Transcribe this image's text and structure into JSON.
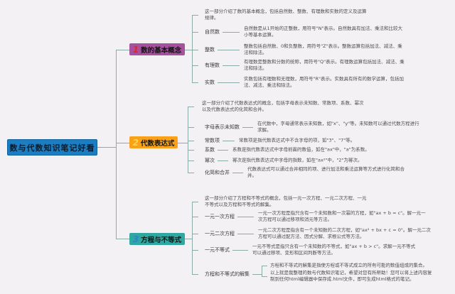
{
  "root": {
    "label": "数与代数知识笔记好看"
  },
  "colors": {
    "background": "#f3f1f4",
    "connector_line": "#8aaca4",
    "root_bg": "#1b7dc2",
    "branch1_bg": "#a6519e",
    "branch1_number": "#e4251f",
    "branch2_bg": "#f9a119",
    "branch2_number": "#ffd34a",
    "branch3_bg": "#30a7a0",
    "branch3_number": "#2f80d6"
  },
  "branches": [
    {
      "number": "1",
      "label": "数的基本概念",
      "intro": "这一部分介绍了数的基本概念，包括自然数、整数、有理数和实数的定义及运算规律。",
      "children": [
        {
          "label": "自然数",
          "desc": "自然数是从1开始的正整数，用符号\"N\"表示。自然数具有加法、乘法和比较大小等基本运算。"
        },
        {
          "label": "整数",
          "desc": "整数包括自然数、0和负整数，用符号\"Z\"表示。整数运算包括加法、减法、乘法和除法。"
        },
        {
          "label": "有理数",
          "desc": "有理数是整数和分数的统称，用符号\"Q\"表示。有理数运算包括加法、减法、乘法和除法。"
        },
        {
          "label": "实数",
          "desc": "实数包括有理数和无理数，用符号\"R\"表示。实数具有所有的数学运算，包括加法、减法、乘法和除法。"
        }
      ]
    },
    {
      "number": "2",
      "label": "代数表达式",
      "intro": "这一部分介绍了代数表达式的概念，包括字母表示未知数、常数项、系数、幂次以及代数表达式的化简和合并。",
      "children": [
        {
          "label": "字母表示未知数",
          "desc": "在代数中，字母通常表示未知数，如\"x\"、\"y\"等。未知数可以通过代数方程进行求解。"
        },
        {
          "label": "常数项",
          "desc": "常数项是指代数表达式中不含字母的项，如\"3\"、\"7\"等。"
        },
        {
          "label": "系数",
          "desc": "系数是指代数表达式中字母前面的数值，如在\"ax\"中，\"a\"为系数。"
        },
        {
          "label": "幂次",
          "desc": "幂次是指代数表达式中字母的指数，如在\"ax²\"中，\"2\"为幂次。"
        },
        {
          "label": "化简和合并",
          "desc": "代数表达式可以通过合并相同的项、进行加法和乘法运算等方式进行化简和合并。"
        }
      ]
    },
    {
      "number": "3",
      "label": "方程与不等式",
      "intro": "这一部分介绍了方程和不等式的概念，包括一元一次方程、一元二次方程、一元不等式以及方程和不等式的解集。",
      "children": [
        {
          "label": "一元一次方程",
          "desc": "一元一次方程是指只含有一个未知数和一次幂的方程，如\"ax + b = c\"。解一元一次方程可以通过移项和消元等方法。"
        },
        {
          "label": "一元二次方程",
          "desc": "一元二次方程是指含有一个未知数的二次方程，如\"ax² + bx + c = 0\"。解一元二次方程可以通过配方法、因式分解、求根公式等方法。"
        },
        {
          "label": "一元不等式",
          "desc": "一元不等式是指只含有一个未知数的不等式，如\"ax + b > c\"。求解一元不等式可以通过移项、变形和区间判断等方法。"
        },
        {
          "label": "方程和不等式的解集",
          "descs": [
            "方程和不等式的解集是指使方程或不等式成立的所有可能的数值组成的集合。",
            "以上就是我整理的数与代数知识笔记，希望对您有所帮助！您可以将上述内容复制到任何html编辑器中保存成.html文件，即可生成html格式的笔记。"
          ]
        }
      ]
    }
  ]
}
